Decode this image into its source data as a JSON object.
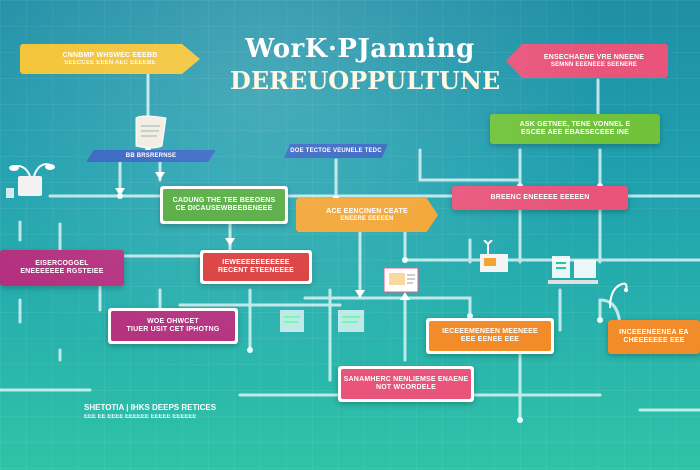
{
  "title": {
    "line1": "WorK·PJanning",
    "line2": "DEREUOPPULTUNE"
  },
  "nodes": {
    "top_left_banner": "CNNBMP WHSWEC EEEBB",
    "top_left_banner_sub": "SEECCEE EEEN AEC EEEEBE",
    "top_right_banner": "ENSECHAENE VRE NNEENE",
    "top_right_banner_sub": "SEMNN EEENEEE SEENERE",
    "green_right_l1": "ASK GETNEE, TENE VONNEL E",
    "green_right_l2": "ESCEE AEE EBAESECEEE INE",
    "small_blue_left": "BB BRSRERNSE",
    "small_blue_center": "DOE TECTOE VEUNELE TEDC",
    "center_green_l1": "CADUNG THE TEE BEEOENS",
    "center_green_l2": "CE DICAUSEWBEEBENEEE",
    "center_orange_l1": "ACE EENCINEN CEATE",
    "center_orange_l2": "ENEERE EEEEEN",
    "right_pink": "BREENC ENEEEEE EEEEEN",
    "left_magenta_l1": "EISERCOGGEL",
    "left_magenta_l2": "ENEEEEEEE RGSTEIEE",
    "center_red_l1": "IEWEEEEEEEEEEE",
    "center_red_l2": "RECENT ETEENEEEE",
    "lower_magenta_l1": "WOE OHWCET",
    "lower_magenta_l2": "TIUER USIT CET IPHOTNG",
    "lower_orange_l1": "IECEEEMENEEN MEENEEE",
    "lower_orange_l2": "EEE EENEE EEE",
    "right_orange_l1": "INCEEENEENEA EA",
    "right_orange_l2": "CHEEEEEEE EEE",
    "bottom_pink_l1": "SANAMHERC NENLIEMSE ENAENE",
    "bottom_pink_l2": "NOT WCORDELE",
    "bottom_caption_l1": "SHETOTIA | IHKS DEEPS RETICES",
    "bottom_caption_l2": "EEE EE EEEE EEEEEE EEEEE EEEEEE"
  },
  "icons": [
    "plant-icon",
    "scroll-icon",
    "notebook-icon",
    "desk-icon",
    "pen-icon",
    "laptop-icon",
    "papers-icon"
  ],
  "colors": {
    "background_top": "#1f8fa6",
    "background_bottom": "#2fc3a6",
    "pipe": "#d9f3f5",
    "yellow": "#f2c230",
    "pink": "#e8547a",
    "green": "#6fc23a",
    "blue": "#2f5fc1",
    "magenta": "#b3307f",
    "orange": "#f28b2a",
    "red": "#d93a3a"
  }
}
